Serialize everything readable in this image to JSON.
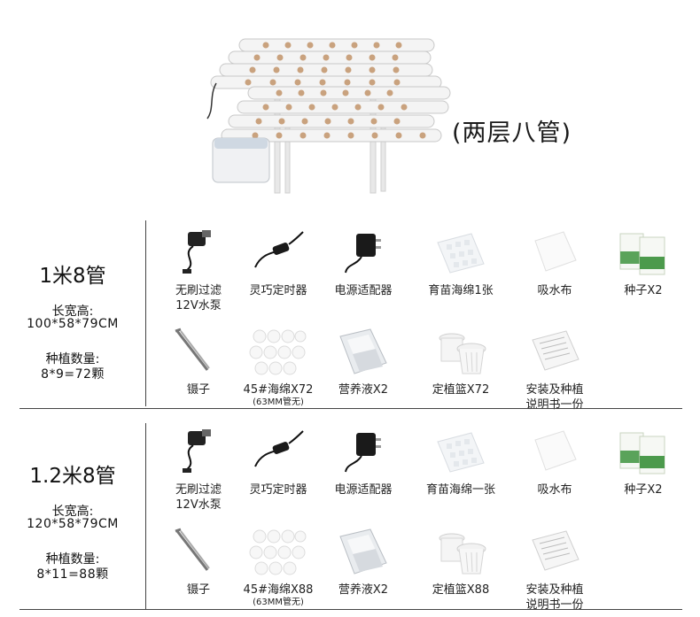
{
  "hero": {
    "label": "(两层八管)"
  },
  "sections": [
    {
      "title": "1米8管",
      "dims_label": "长宽高:",
      "dims_value": "100*58*79CM",
      "plant_label": "种植数量:",
      "plant_value": "8*9=72颗",
      "row1": [
        {
          "icon": "water-pump-icon",
          "line1": "无刷过滤",
          "line2": "12V水泵"
        },
        {
          "icon": "timer-switch-icon",
          "line1": "灵巧定时器",
          "line2": ""
        },
        {
          "icon": "power-adapter-icon",
          "line1": "电源适配器",
          "line2": ""
        },
        {
          "icon": "seedling-sponge-icon",
          "line1": "育苗海绵1张",
          "line2": ""
        },
        {
          "icon": "absorbent-cloth-icon",
          "line1": "吸水布",
          "line2": ""
        },
        {
          "icon": "seed-packets-icon",
          "line1": "种子X2",
          "line2": ""
        }
      ],
      "row2": [
        {
          "icon": "tweezers-icon",
          "line1": "镊子",
          "line2": "",
          "sub": ""
        },
        {
          "icon": "sponge-plugs-icon",
          "line1": "45#海绵X72",
          "line2": "",
          "sub": "(63MM管无)"
        },
        {
          "icon": "nutrient-bag-icon",
          "line1": "营养液X2",
          "line2": "",
          "sub": ""
        },
        {
          "icon": "net-pot-icon",
          "line1": "定植篮X72",
          "line2": "",
          "sub": ""
        },
        {
          "icon": "manual-icon",
          "line1": "安装及种植",
          "line2": "说明书一份",
          "sub": ""
        }
      ]
    },
    {
      "title": "1.2米8管",
      "dims_label": "长宽高:",
      "dims_value": "120*58*79CM",
      "plant_label": "种植数量:",
      "plant_value": "8*11=88颗",
      "row1": [
        {
          "icon": "water-pump-icon",
          "line1": "无刷过滤",
          "line2": "12V水泵"
        },
        {
          "icon": "timer-switch-icon",
          "line1": "灵巧定时器",
          "line2": ""
        },
        {
          "icon": "power-adapter-icon",
          "line1": "电源适配器",
          "line2": ""
        },
        {
          "icon": "seedling-sponge-icon",
          "line1": "育苗海绵一张",
          "line2": ""
        },
        {
          "icon": "absorbent-cloth-icon",
          "line1": "吸水布",
          "line2": ""
        },
        {
          "icon": "seed-packets-icon",
          "line1": "种子X2",
          "line2": ""
        }
      ],
      "row2": [
        {
          "icon": "tweezers-icon",
          "line1": "镊子",
          "line2": "",
          "sub": ""
        },
        {
          "icon": "sponge-plugs-icon",
          "line1": "45#海绵X88",
          "line2": "",
          "sub": "(63MM管无)"
        },
        {
          "icon": "nutrient-bag-icon",
          "line1": "营养液X2",
          "line2": "",
          "sub": ""
        },
        {
          "icon": "net-pot-icon",
          "line1": "定植篮X88",
          "line2": "",
          "sub": ""
        },
        {
          "icon": "manual-icon",
          "line1": "安装及种植",
          "line2": "说明书一份",
          "sub": ""
        }
      ]
    }
  ]
}
